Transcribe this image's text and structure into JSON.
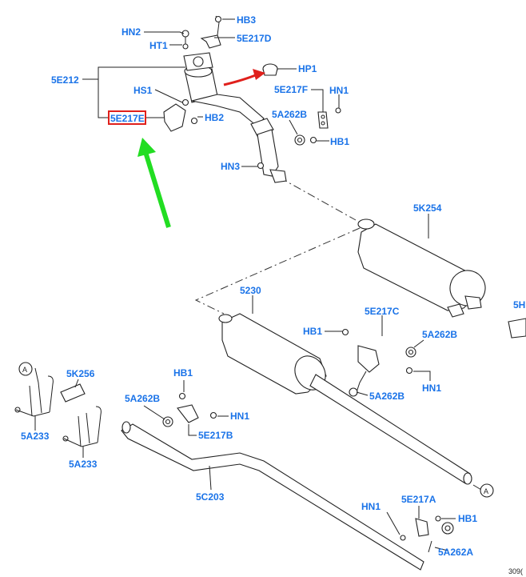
{
  "labels": {
    "hn2": "HN2",
    "ht1": "HT1",
    "hb3": "HB3",
    "5e217d": "5E217D",
    "5e212": "5E212",
    "hp1": "HP1",
    "hs1": "HS1",
    "5e217f": "5E217F",
    "hn1_top": "HN1",
    "5e217e": "5E217E",
    "hb2": "HB2",
    "5a262b_top": "5A262B",
    "hb1_top": "HB1",
    "hn3": "HN3",
    "5k254": "5K254",
    "5h": "5H",
    "5230": "5230",
    "5e217c": "5E217C",
    "hb1_mid": "HB1",
    "5a262b_mid": "5A262B",
    "hn1_mid": "HN1",
    "5a262b_mid2": "5A262B",
    "callout_a_left": "A",
    "5k256": "5K256",
    "hb1_left": "HB1",
    "5a262b_left": "5A262B",
    "hn1_left": "HN1",
    "5e217b": "5E217B",
    "5a233_1": "5A233",
    "5a233_2": "5A233",
    "callout_a_right": "A",
    "5c203": "5C203",
    "hn1_bottom": "HN1",
    "5e217a": "5E217A",
    "hb1_bottom": "HB1",
    "5a262a": "5A262A",
    "footer_code": "309("
  },
  "colors": {
    "label": "#1a73e8",
    "highlight_box": "#e0201c",
    "red_arrow": "#e0201c",
    "green_arrow": "#22dd22"
  }
}
